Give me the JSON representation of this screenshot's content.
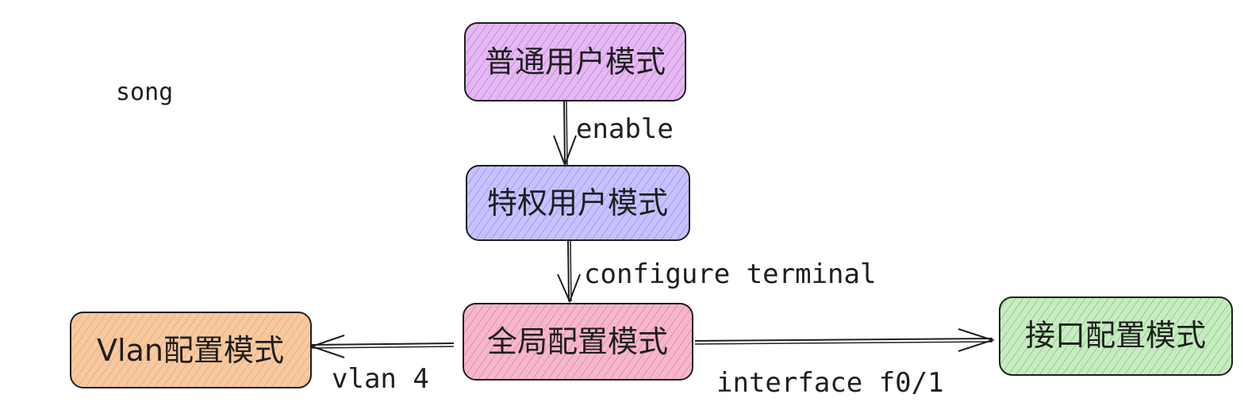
{
  "diagram": {
    "note": "song",
    "nodes": {
      "user": {
        "label": "普通用户模式",
        "fill": "#e5b8f2",
        "hatch": "#b96ad6"
      },
      "privileged": {
        "label": "特权用户模式",
        "fill": "#c7c2ff",
        "hatch": "#8d7ee8"
      },
      "global": {
        "label": "全局配置模式",
        "fill": "#f5b7cb",
        "hatch": "#df6f95"
      },
      "vlan": {
        "label": "Vlan配置模式",
        "fill": "#f7c9a1",
        "hatch": "#ef9b52"
      },
      "interface": {
        "label": "接口配置模式",
        "fill": "#c8ebc2",
        "hatch": "#6cbf60"
      }
    },
    "edges": {
      "enable": "enable",
      "configure": "configure terminal",
      "vlan": "vlan 4",
      "interface": "interface f0/1"
    },
    "colors": {
      "stroke": "#1f1f1f",
      "background": "#ffffff"
    }
  }
}
